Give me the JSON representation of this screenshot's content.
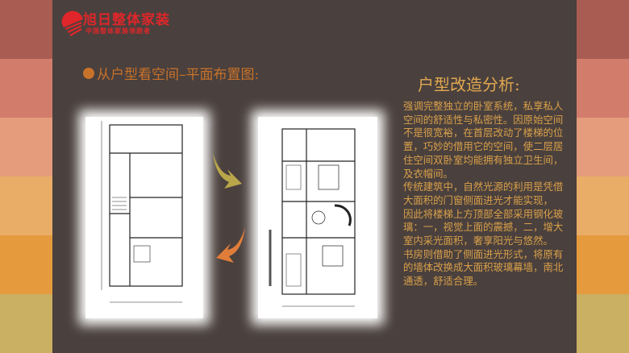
{
  "logo": {
    "title": "旭日整体家装",
    "subtitle": "中国整体家装领跑者"
  },
  "slide": {
    "subtitle": "从户型看空间–平面布置图:",
    "heading": "户型改造分析:",
    "body": "强调完整独立的卧室系统，私享私人空间的舒适性与私密性。因原始空间不是很宽裕，在首层改动了楼梯的位置，巧妙的借用它的空间，使二层居住空间双卧室均能拥有独立卫生间，及衣帽间。\n传统建筑中，自然光源的利用是凭借大面积的门窗侧面进光才能实现，\n因此将楼梯上方顶部全部采用钢化玻璃：一，视觉上面的震撼，二，增大室内采光面积，奢享阳光与悠然。\n书房则借助了侧面进光形式，将原有的墙体改换成大面积玻璃幕墙，南北通透，舒适合理。"
  },
  "colors": {
    "background": "#4a403d",
    "accent": "#c8722a",
    "text": "#d9a04a",
    "stripes": [
      "#a85c52",
      "#d27c6c",
      "#e59c7c",
      "#e9ad68",
      "#e69a3e",
      "#c9b062"
    ]
  }
}
